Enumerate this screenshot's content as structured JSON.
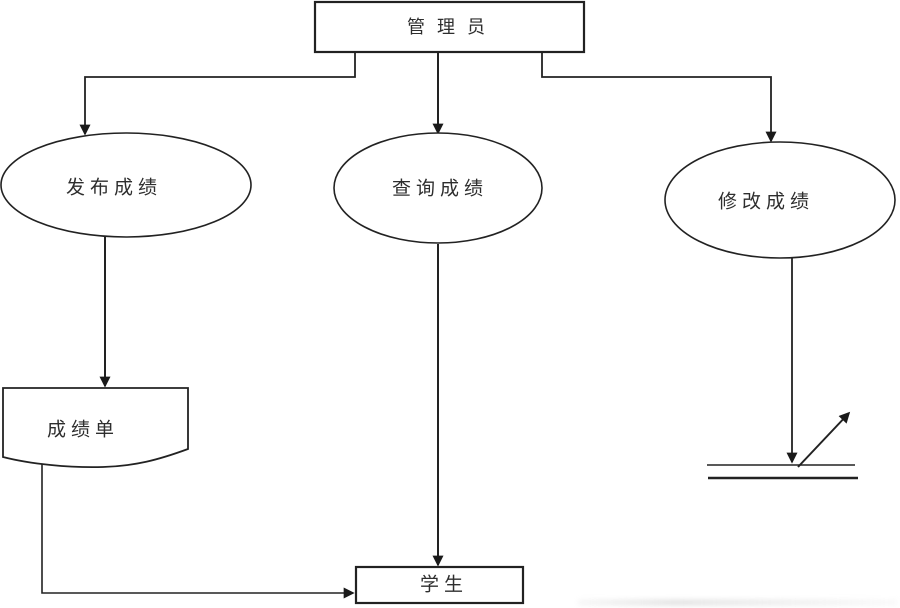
{
  "colors": {
    "line": "#222222",
    "text": "#2e2e2e",
    "background": "#ffffff"
  },
  "nodes": {
    "admin": {
      "label": "管理员"
    },
    "publish": {
      "label": "发布成绩"
    },
    "query": {
      "label": "查询成绩"
    },
    "modify": {
      "label": "修改成绩"
    },
    "report": {
      "label": "成绩单"
    },
    "student": {
      "label": "学生"
    }
  },
  "edges": [
    {
      "from": "admin",
      "to": "publish"
    },
    {
      "from": "admin",
      "to": "query"
    },
    {
      "from": "admin",
      "to": "modify"
    },
    {
      "from": "publish",
      "to": "report"
    },
    {
      "from": "query",
      "to": "student"
    },
    {
      "from": "modify",
      "to": "data-store"
    },
    {
      "from": "data-store",
      "to": "out"
    },
    {
      "from": "report",
      "to": "student"
    }
  ]
}
